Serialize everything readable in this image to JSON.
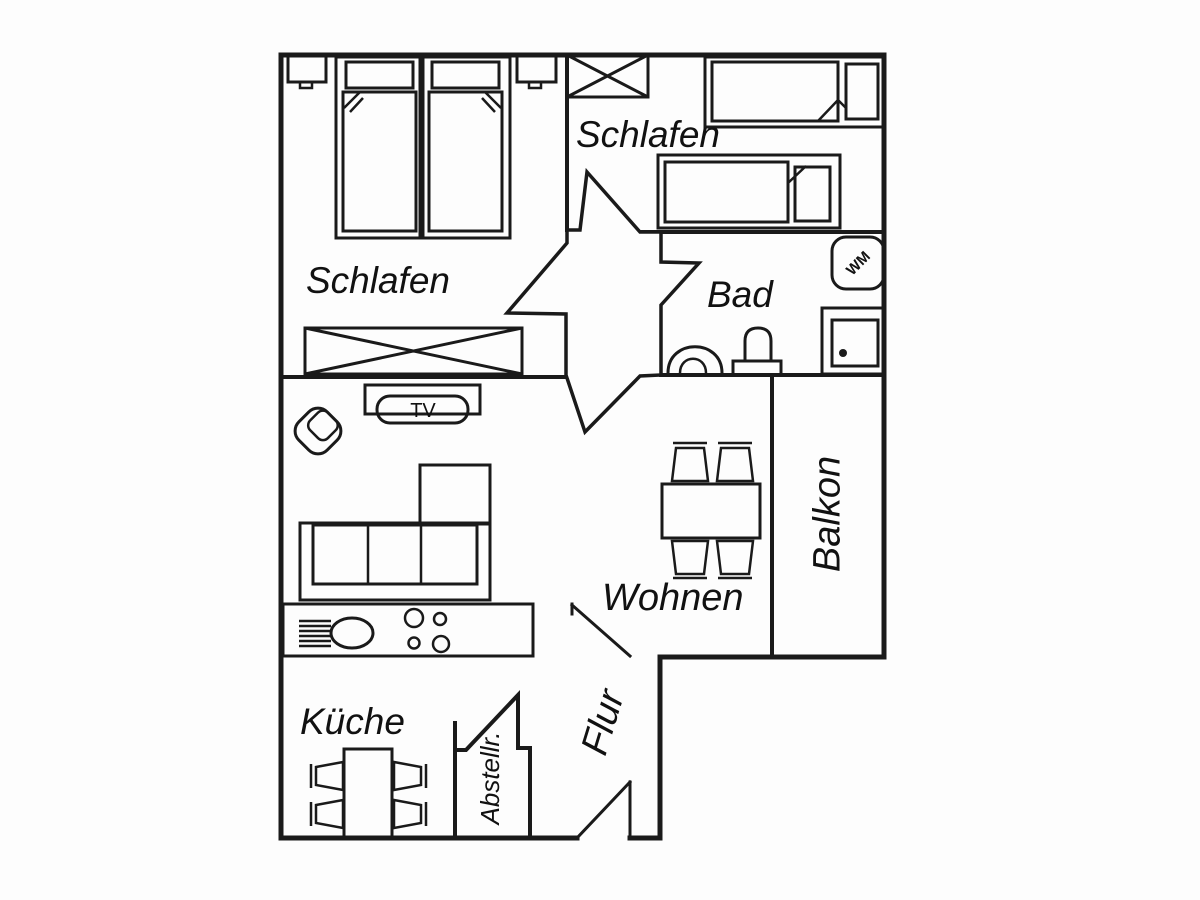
{
  "plan": {
    "type": "apartment-floor-plan",
    "colors": {
      "line": "#1a1a1a",
      "background": "#fdfdfd"
    },
    "rooms": {
      "bedroom_left": {
        "label": "Schlafen"
      },
      "bedroom_right": {
        "label": "Schlafen"
      },
      "bath": {
        "label": "Bad"
      },
      "balcony": {
        "label": "Balkon"
      },
      "living": {
        "label": "Wohnen"
      },
      "kitchen": {
        "label": "Küche"
      },
      "hall": {
        "label": "Flur"
      },
      "storage": {
        "label": "Abstellr."
      }
    },
    "appliances": {
      "tv": {
        "label": "TV"
      },
      "washing_machine": {
        "label": "WM"
      }
    }
  }
}
